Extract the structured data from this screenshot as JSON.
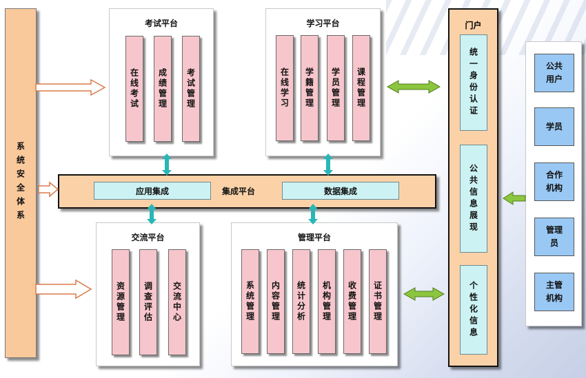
{
  "security": {
    "label": "系统安全体系"
  },
  "exam_platform": {
    "title": "考试平台",
    "modules": [
      "在线考试",
      "成绩管理",
      "考试管理"
    ]
  },
  "study_platform": {
    "title": "学习平台",
    "modules": [
      "在线学习",
      "学籍管理",
      "学员管理",
      "课程管理"
    ]
  },
  "integration_platform": {
    "title": "集成平台",
    "app_integration": "应用集成",
    "data_integration": "数据集成"
  },
  "exchange_platform": {
    "title": "交流平台",
    "modules": [
      "资源管理",
      "调查评估",
      "交流中心"
    ]
  },
  "management_platform": {
    "title": "管理平台",
    "modules": [
      "系统管理",
      "内容管理",
      "统计分析",
      "机构管理",
      "收费管理",
      "证书管理"
    ]
  },
  "portal": {
    "title": "门户",
    "items": [
      "统一身份认证",
      "公共信息展现",
      "个性化信息"
    ]
  },
  "users": {
    "items": [
      "公共用户",
      "学员",
      "合作机构",
      "管理员",
      "主管机构"
    ]
  },
  "colors": {
    "module_fill": "#f7c6cc",
    "security_fill": "#f9c99c",
    "integration_fill": "#fbd2a8",
    "cyan_box": "#ccf2f4",
    "user_box": "#9ac8f4",
    "double_arrow": "#8cc63e",
    "connector": "#29b6b6"
  }
}
